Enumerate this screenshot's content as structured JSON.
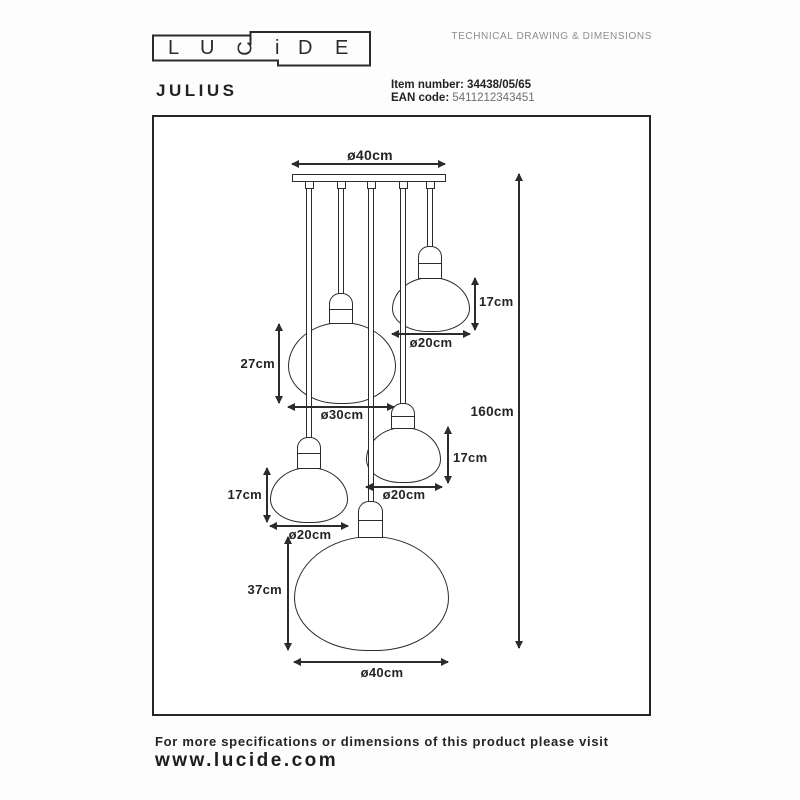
{
  "brand": {
    "letters": [
      "L",
      "U",
      "C",
      "i",
      "D",
      "E"
    ]
  },
  "header": {
    "doc_type": "TECHNICAL DRAWING & DIMENSIONS",
    "product_name": "JULIUS",
    "item_number_label": "Item number:",
    "item_number_value": "34438/05/65",
    "ean_label": "EAN code:",
    "ean_value": "5411212343451"
  },
  "drawing": {
    "canopy_width": "ø40cm",
    "total_height": "160cm",
    "lamps": {
      "top_right": {
        "height": "17cm",
        "diameter": "ø20cm"
      },
      "mid_left": {
        "height": "27cm",
        "diameter": "ø30cm"
      },
      "mid_right": {
        "height": "17cm",
        "diameter": "ø20cm"
      },
      "low_left": {
        "height": "17cm",
        "diameter": "ø20cm"
      },
      "bottom": {
        "height": "37cm",
        "diameter": "ø40cm"
      }
    }
  },
  "footer": {
    "note": "For more specifications or dimensions of this product please visit",
    "website": "www.lucide.com"
  },
  "colors": {
    "line": "#2b2b2b",
    "muted": "#8d8d8d"
  }
}
